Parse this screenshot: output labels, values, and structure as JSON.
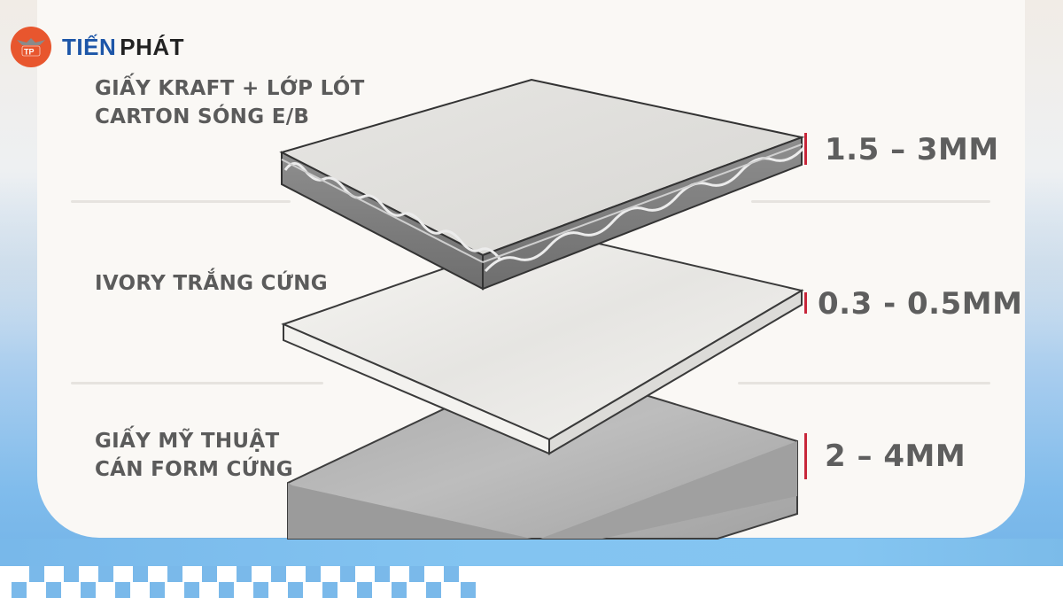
{
  "brand": {
    "logo_icon": "tp-eagle-badge-icon",
    "name_part1": "TIẾN",
    "name_part2": "PHÁT",
    "badge_color": "#e8562e",
    "name_color": "#1d56a8"
  },
  "layers": [
    {
      "label_lines": [
        "GIẤY KRAFT + LỚP LÓT",
        "CARTON SÓNG E/B"
      ],
      "thickness": "1.5 – 3MM",
      "material": "corrugated-carton",
      "icon": "corrugated-board-icon"
    },
    {
      "label_lines": [
        "IVORY TRẮNG CỨNG"
      ],
      "thickness": "0.3 - 0.5MM",
      "material": "ivory-board",
      "icon": "ivory-sheet-icon"
    },
    {
      "label_lines": [
        "GIẤY MỸ THUẬT",
        "CÁN FORM CỨNG"
      ],
      "thickness": "2 – 4MM",
      "material": "laminated-art-paper-board",
      "icon": "rigid-board-icon"
    }
  ],
  "colors": {
    "accent_marker": "#c8263a",
    "text": "#5b5b5b",
    "card": "#faf8f5",
    "blue": "#7ab9ea"
  }
}
